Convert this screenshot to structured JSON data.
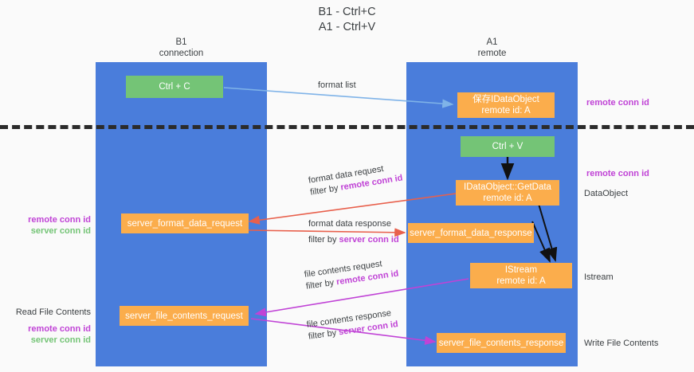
{
  "title": {
    "line1": "B1 - Ctrl+C",
    "line2": "A1 - Ctrl+V"
  },
  "lanes": [
    {
      "id": "b1",
      "name": "B1",
      "role": "connection"
    },
    {
      "id": "a1",
      "name": "A1",
      "role": "remote"
    }
  ],
  "colors": {
    "lane": "#4a7ddb",
    "green_box": "#74c476",
    "orange_box": "#fbad4c",
    "divider": "#2b2b2b",
    "remote_conn_id": "#c043d6",
    "server_conn_id": "#74c476",
    "arrow_format_list": "#7fb3e8",
    "arrow_format_data": "#e8604c",
    "arrow_file_contents": "#c043d6",
    "arrow_black": "#111111"
  },
  "boxes": {
    "ctrl_c": {
      "line1": "Ctrl + C"
    },
    "save_idataobject": {
      "line1": "保存IDataObject",
      "line2": "remote id: A"
    },
    "ctrl_v": {
      "line1": "Ctrl + V"
    },
    "getdata": {
      "line1": "IDataObject::GetData",
      "line2": "remote id: A"
    },
    "server_format_data_request": {
      "line1": "server_format_data_request"
    },
    "server_format_data_response": {
      "line1": "server_format_data_response"
    },
    "istream": {
      "line1": "IStream",
      "line2": "remote id: A"
    },
    "server_file_contents_request": {
      "line1": "server_file_contents_request"
    },
    "server_file_contents_response": {
      "line1": "server_file_contents_response"
    }
  },
  "edge_labels": {
    "format_list": {
      "text": "format list"
    },
    "format_data_request": {
      "line1": "format data request",
      "filter_prefix": "filter by ",
      "filter_key": "remote conn id"
    },
    "format_data_response": {
      "line1": "format data response",
      "filter_prefix": "filter by ",
      "filter_key": "server conn id"
    },
    "file_contents_request": {
      "line1": "file contents request",
      "filter_prefix": "filter by ",
      "filter_key": "remote conn id"
    },
    "file_contents_response": {
      "line1": "file contents response",
      "filter_prefix": "filter by ",
      "filter_key": "server conn id"
    }
  },
  "side_notes": {
    "right_remote_top": {
      "text": "remote conn id"
    },
    "right_remote_mid": {
      "text": "remote conn id"
    },
    "right_dataobject": {
      "text": "DataObject"
    },
    "right_istream": {
      "text": "Istream"
    },
    "right_write_file": {
      "text": "Write File Contents"
    },
    "left_ids_mid": {
      "remote": "remote conn id",
      "server": "server conn id"
    },
    "left_read_file": {
      "heading": "Read File Contents",
      "remote": "remote conn id",
      "server": "server conn id"
    }
  }
}
